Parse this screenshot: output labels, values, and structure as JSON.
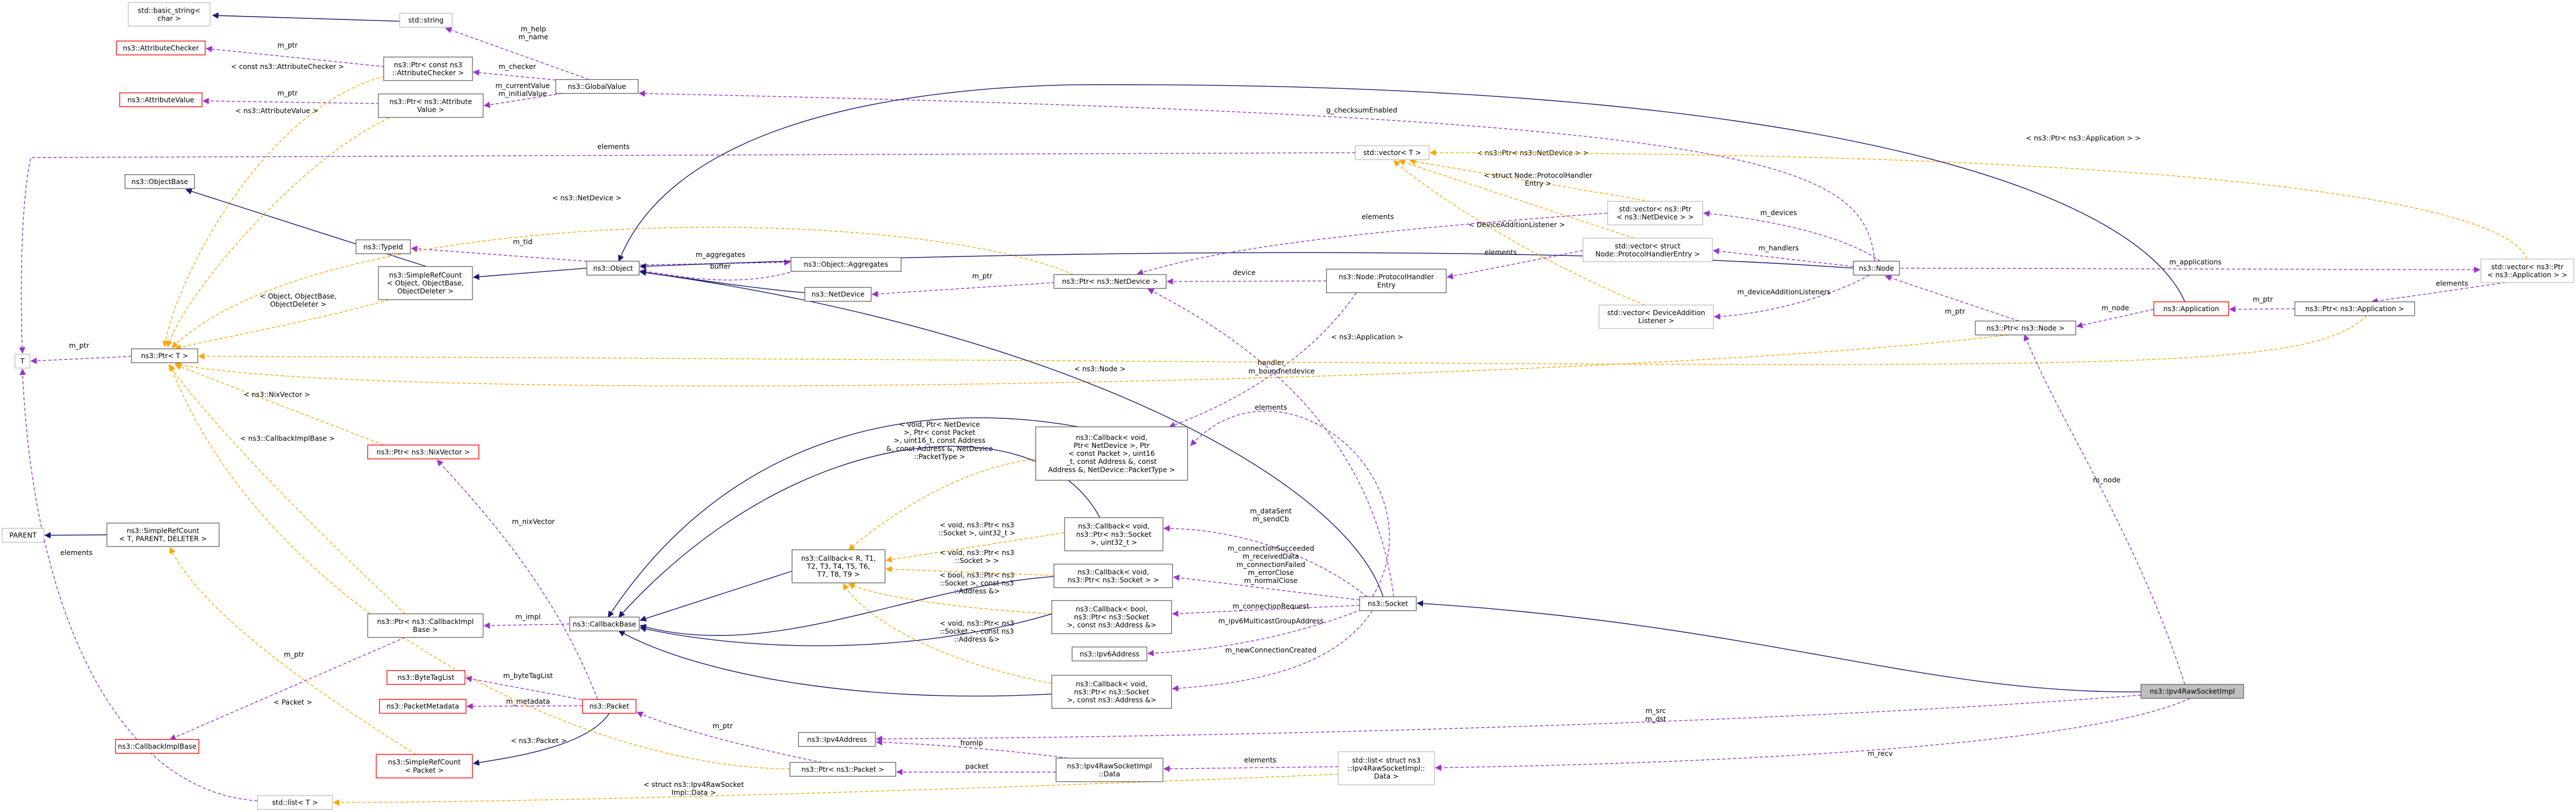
{
  "colors": {
    "inherit": "#191970",
    "usage": "#9a32cd",
    "template": "#ffa500",
    "box_normal": "#666666",
    "box_missing": "#ff0000",
    "box_plain": "#bfbfbf",
    "highlight_fill": "#bfbfbf"
  },
  "nodes": {
    "basic_string": [
      "std::basic_string<",
      "char >"
    ],
    "string": [
      "std::string"
    ],
    "attr_checker": [
      "ns3::AttributeChecker"
    ],
    "ptr_attr_checker": [
      "ns3::Ptr< const ns3",
      "::AttributeChecker >"
    ],
    "global_value": [
      "ns3::GlobalValue"
    ],
    "attr_value": [
      "ns3::AttributeValue"
    ],
    "ptr_attr_value": [
      "ns3::Ptr< ns3::Attribute",
      "Value >"
    ],
    "t": [
      "T"
    ],
    "object_base": [
      "ns3::ObjectBase"
    ],
    "type_id": [
      "ns3::TypeId"
    ],
    "simple_ref_object": [
      "ns3::SimpleRefCount",
      "< Object, ObjectBase,",
      "ObjectDeleter >"
    ],
    "object": [
      "ns3::Object"
    ],
    "aggregates": [
      "ns3::Object::Aggregates"
    ],
    "net_device": [
      "ns3::NetDevice"
    ],
    "ptr_t": [
      "ns3::Ptr< T >"
    ],
    "ptr_net_device": [
      "ns3::Ptr< ns3::NetDevice >"
    ],
    "vector_t": [
      "std::vector< T >"
    ],
    "vector_ptr_netdev": [
      "std::vector< ns3::Ptr",
      "< ns3::NetDevice > >"
    ],
    "vector_protocol_handler": [
      "std::vector< struct",
      "Node::ProtocolHandlerEntry >"
    ],
    "protocol_handler_entry": [
      "ns3::Node::ProtocolHandler",
      "Entry"
    ],
    "vector_dev_add_listener": [
      "std::vector< DeviceAddition",
      "Listener >"
    ],
    "node": [
      "ns3::Node"
    ],
    "vector_ptr_app": [
      "std::vector< ns3::Ptr",
      "< ns3::Application > >"
    ],
    "application": [
      "ns3::Application"
    ],
    "ptr_app": [
      "ns3::Ptr< ns3::Application >"
    ],
    "ptr_node": [
      "ns3::Ptr< ns3::Node >"
    ],
    "ptr_nix": [
      "ns3::Ptr< ns3::NixVector >"
    ],
    "parent": [
      "PARENT"
    ],
    "simple_ref_parent": [
      "ns3::SimpleRefCount",
      "< T, PARENT, DELETER >"
    ],
    "callback_netdev": [
      "ns3::Callback< void,",
      "Ptr< NetDevice >, Ptr",
      "< const Packet >, uint16",
      "_t, const Address &, const",
      "Address &, NetDevice::PacketType >"
    ],
    "callback_socket_uint": [
      "ns3::Callback< void,",
      "ns3::Ptr< ns3::Socket",
      ">, uint32_t >"
    ],
    "callback_generic": [
      "ns3::Callback< R, T1,",
      "T2, T3, T4, T5, T6,",
      "T7, T8, T9 >"
    ],
    "callback_socket": [
      "ns3::Callback< void,",
      "ns3::Ptr< ns3::Socket > >"
    ],
    "callback_bool": [
      "ns3::Callback< bool,",
      "ns3::Ptr< ns3::Socket",
      ">, const ns3::Address &>"
    ],
    "ipv6_address": [
      "ns3::Ipv6Address"
    ],
    "callback_addr": [
      "ns3::Callback< void,",
      "ns3::Ptr< ns3::Socket",
      ">, const ns3::Address &>"
    ],
    "socket": [
      "ns3::Socket"
    ],
    "ipv4_raw_socket_impl": [
      "ns3::Ipv4RawSocketImpl"
    ],
    "ptr_callback_impl": [
      "ns3::Ptr< ns3::CallbackImpl",
      "Base >"
    ],
    "callback_base": [
      "ns3::CallbackBase"
    ],
    "byte_tag_list": [
      "ns3::ByteTagList"
    ],
    "packet_metadata": [
      "ns3::PacketMetadata"
    ],
    "packet": [
      "ns3::Packet"
    ],
    "callback_impl_base": [
      "ns3::CallbackImplBase"
    ],
    "simple_ref_packet": [
      "ns3::SimpleRefCount",
      "< Packet >"
    ],
    "ipv4_address": [
      "ns3::Ipv4Address"
    ],
    "ptr_packet": [
      "ns3::Ptr< ns3::Packet >"
    ],
    "raw_data": [
      "ns3::Ipv4RawSocketImpl",
      "::Data"
    ],
    "list_data": [
      "std::list< struct ns3",
      "::Ipv4RawSocketImpl::",
      "Data >"
    ],
    "list_t": [
      "std::list< T >"
    ]
  },
  "edges": {
    "e_string_bs": [],
    "e_gv_string": [
      "m_help",
      "m_name"
    ],
    "e_pac_checker": [
      "m_ptr"
    ],
    "e_gv_pac": [
      "m_checker"
    ],
    "e_pav_attrval": [
      "m_ptr"
    ],
    "e_gv_pav": [
      "m_currentValue",
      "m_initialValue"
    ],
    "e_pac_tmpl": [
      "< const ns3::AttributeChecker >"
    ],
    "e_pav_tmpl": [
      "< ns3::AttributeValue >"
    ],
    "e_vector_t_t": [
      "elements"
    ],
    "e_sro_ob": [],
    "e_obj_sro": [],
    "e_obj_typeid": [
      "m_tid"
    ],
    "e_obj_agg": [
      "m_aggregates"
    ],
    "e_agg_obj": [
      "buffer"
    ],
    "e_nd_obj": [],
    "e_pnd_nd": [
      "m_ptr"
    ],
    "e_pnd_tmpl": [
      "< ns3::NetDevice >"
    ],
    "e_ptrt_t": [
      "m_ptr"
    ],
    "e_sro_tmpl": [
      "< Object, ObjectBase,",
      "ObjectDeleter >"
    ],
    "e_node_gv": [
      "g_checksumEnabled"
    ],
    "e_node_obj": [],
    "e_vpn_vt": [
      "< ns3::Ptr< ns3::NetDevice > >"
    ],
    "e_vph_vt": [
      "< struct Node::ProtocolHandler",
      "Entry >"
    ],
    "e_vdal_vt": [
      "< DeviceAdditionListener >"
    ],
    "e_vpa_vt": [
      "< ns3::Ptr< ns3::Application > >"
    ],
    "e_vpn_elements": [
      "elements"
    ],
    "e_phe_pnd": [
      "device"
    ],
    "e_phe_cb": [
      "handler"
    ],
    "e_vph_phe": [
      "elements"
    ],
    "e_node_vpn": [
      "m_devices"
    ],
    "e_node_vph": [
      "m_handlers"
    ],
    "e_node_vdal": [
      "m_deviceAdditionListeners"
    ],
    "e_node_vpa": [
      "m_applications"
    ],
    "e_vpa_pa": [
      "elements"
    ],
    "e_pa_app": [
      "m_ptr"
    ],
    "e_app_pn": [
      "m_node"
    ],
    "e_pn_node": [
      "m_ptr"
    ],
    "e_app_obj": [],
    "e_pa_tmpl": [
      "< ns3::Application >"
    ],
    "e_pn_tmpl": [
      "< ns3::Node >"
    ],
    "e_pnix_tmpl": [
      "< ns3::NixVector >"
    ],
    "e_srp_parent": [],
    "e_cbnd_cbb": [],
    "e_cbnd_tmpl": [
      "< void, Ptr< NetDevice",
      ">, Ptr< const Packet",
      ">, uint16_t, const Address",
      "&, const Address &, NetDevice",
      "::PacketType >"
    ],
    "e_cbsu_tmpl": [
      "< void, ns3::Ptr< ns3",
      "::Socket >, uint32_t >"
    ],
    "e_cbs_tmpl": [
      "< void, ns3::Ptr< ns3",
      "::Socket > >"
    ],
    "e_cbb_tmpl": [
      "< bool, ns3::Ptr< ns3",
      "::Socket >, const ns3",
      "::Address &>"
    ],
    "e_cba_tmpl": [
      "< void, ns3::Ptr< ns3",
      "::Socket >, const ns3",
      "::Address &>"
    ],
    "e_cbg_cbb": [],
    "e_cbsu_cbb": [],
    "e_cbs_cbb": [],
    "e_cbbool_cbb": [],
    "e_cba_cbb": [],
    "e_sock_obj": [],
    "e_sock_cbsu": [
      "m_dataSent",
      "m_sendCb"
    ],
    "e_sock_cbs": [
      "m_connectionSucceeded",
      "m_receivedData",
      "m_connectionFailed",
      "m_errorClose",
      "m_normalClose"
    ],
    "e_sock_cbbool": [
      "m_connectionRequest"
    ],
    "e_sock_ipv6": [
      "m_ipv6MulticastGroupAddress"
    ],
    "e_sock_cba": [
      "m_newConnectionCreated"
    ],
    "e_sock_pnd": [
      "m_boundnetdevice"
    ],
    "e_sock_cbnd_elements": [
      "elements"
    ],
    "e_raw_sock": [],
    "e_raw_pn": [
      "m_node"
    ],
    "e_raw_ipv4": [
      "m_src",
      "m_dst"
    ],
    "e_raw_list": [
      "m_recv"
    ],
    "e_pci_cib": [
      "m_ptr"
    ],
    "e_cbb_pci": [
      "m_impl"
    ],
    "e_pci_tmpl": [
      "< ns3::CallbackImplBase >"
    ],
    "e_pkt_btl": [
      "m_byteTagList"
    ],
    "e_pkt_pm": [
      "m_metadata"
    ],
    "e_pkt_pnix": [
      "m_nixVector"
    ],
    "e_pkt_srp": [],
    "e_srpk_tmpl": [
      "< Packet >"
    ],
    "e_pp_pkt": [
      "m_ptr"
    ],
    "e_pp_tmpl": [
      "< ns3::Packet >"
    ],
    "e_data_ipv4": [
      "fromIp"
    ],
    "e_data_pp": [
      "packet"
    ],
    "e_list_data": [
      "elements"
    ],
    "e_list_t": [
      "< struct ns3::Ipv4RawSocket",
      "Impl::Data >"
    ],
    "e_listt_t": [
      "elements"
    ]
  }
}
